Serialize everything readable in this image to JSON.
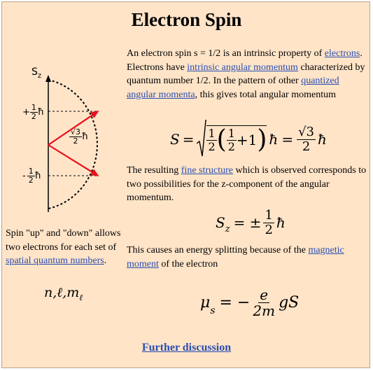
{
  "page": {
    "title": "Electron Spin",
    "background": "#ffe4c8",
    "link_color": "#2a4fb2"
  },
  "intro": {
    "text1": "An electron spin s = 1/2 is an intrinsic property of ",
    "link1": "electrons",
    "text2": ". Electrons have ",
    "link2": "intrinsic angular momentum",
    "text3": " characterized by quantum number 1/2. In the pattern of other ",
    "link3": "quantized angular momenta",
    "text4": ", this gives total angular momentum"
  },
  "fine": {
    "text1": "The resulting ",
    "link1": "fine structure",
    "text2": " which is observed corresponds to two possibilities for the z-component of the angular momentum."
  },
  "splitting": {
    "text1": "This causes an energy splitting because of the ",
    "link1": "magnetic moment",
    "text2": " of the electron"
  },
  "caption": {
    "text1": "Spin \"up\" and \"down\" allows two electrons for each set of ",
    "link1": "spatial quantum numbers",
    "text2": "."
  },
  "quantum_numbers": {
    "n": "n,",
    "l": "ℓ,",
    "m": "m",
    "m_sub": "ℓ"
  },
  "equations": {
    "total": {
      "lhs": "S",
      "eq": "=",
      "one": "1",
      "two": "2",
      "plus_one": "+1",
      "hbar": "ħ",
      "sqrt3": "√3"
    },
    "sz": {
      "s": "S",
      "sub": "z",
      "pm": "= ±",
      "one": "1",
      "two": "2",
      "hbar": "ħ"
    },
    "mu": {
      "mu": "μ",
      "sub": "s",
      "eq": "= −",
      "num": "e",
      "den": "2m",
      "rest": "gS"
    }
  },
  "diagram": {
    "axis_label": "S",
    "axis_sub": "z",
    "up_sign": "+",
    "down_sign": "-",
    "one": "1",
    "two": "2",
    "hbar": "ħ",
    "sqrt3": "√3",
    "arrow_color": "#e8101c"
  },
  "further": "Further discussion"
}
